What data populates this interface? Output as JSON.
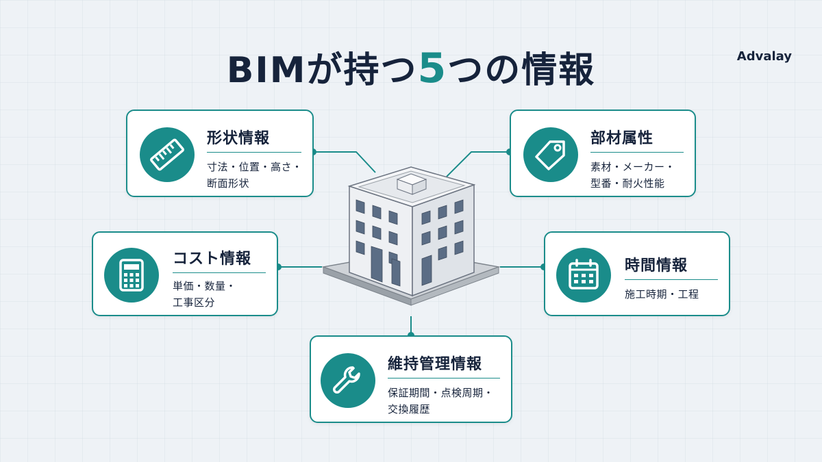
{
  "header": {
    "title_prefix": "BIMが持つ",
    "title_number": "5",
    "title_suffix": "つの情報",
    "brand": "Advalay"
  },
  "colors": {
    "accent": "#1a8c8a",
    "text": "#16233b",
    "background": "#eef2f6"
  },
  "cards": {
    "shape": {
      "title": "形状情報",
      "desc": "寸法・位置・高さ・\n断面形状",
      "icon": "ruler-icon"
    },
    "attributes": {
      "title": "部材属性",
      "desc": "素材・メーカー・\n型番・耐火性能",
      "icon": "tag-icon"
    },
    "cost": {
      "title": "コスト情報",
      "desc": "単価・数量・\n工事区分",
      "icon": "calculator-icon"
    },
    "time": {
      "title": "時間情報",
      "desc": "施工時期・工程",
      "icon": "calendar-icon"
    },
    "maintenance": {
      "title": "維持管理情報",
      "desc": "保証期間・点検周期・\n交換履歴",
      "icon": "wrench-icon"
    }
  },
  "center": {
    "icon": "building-icon"
  }
}
